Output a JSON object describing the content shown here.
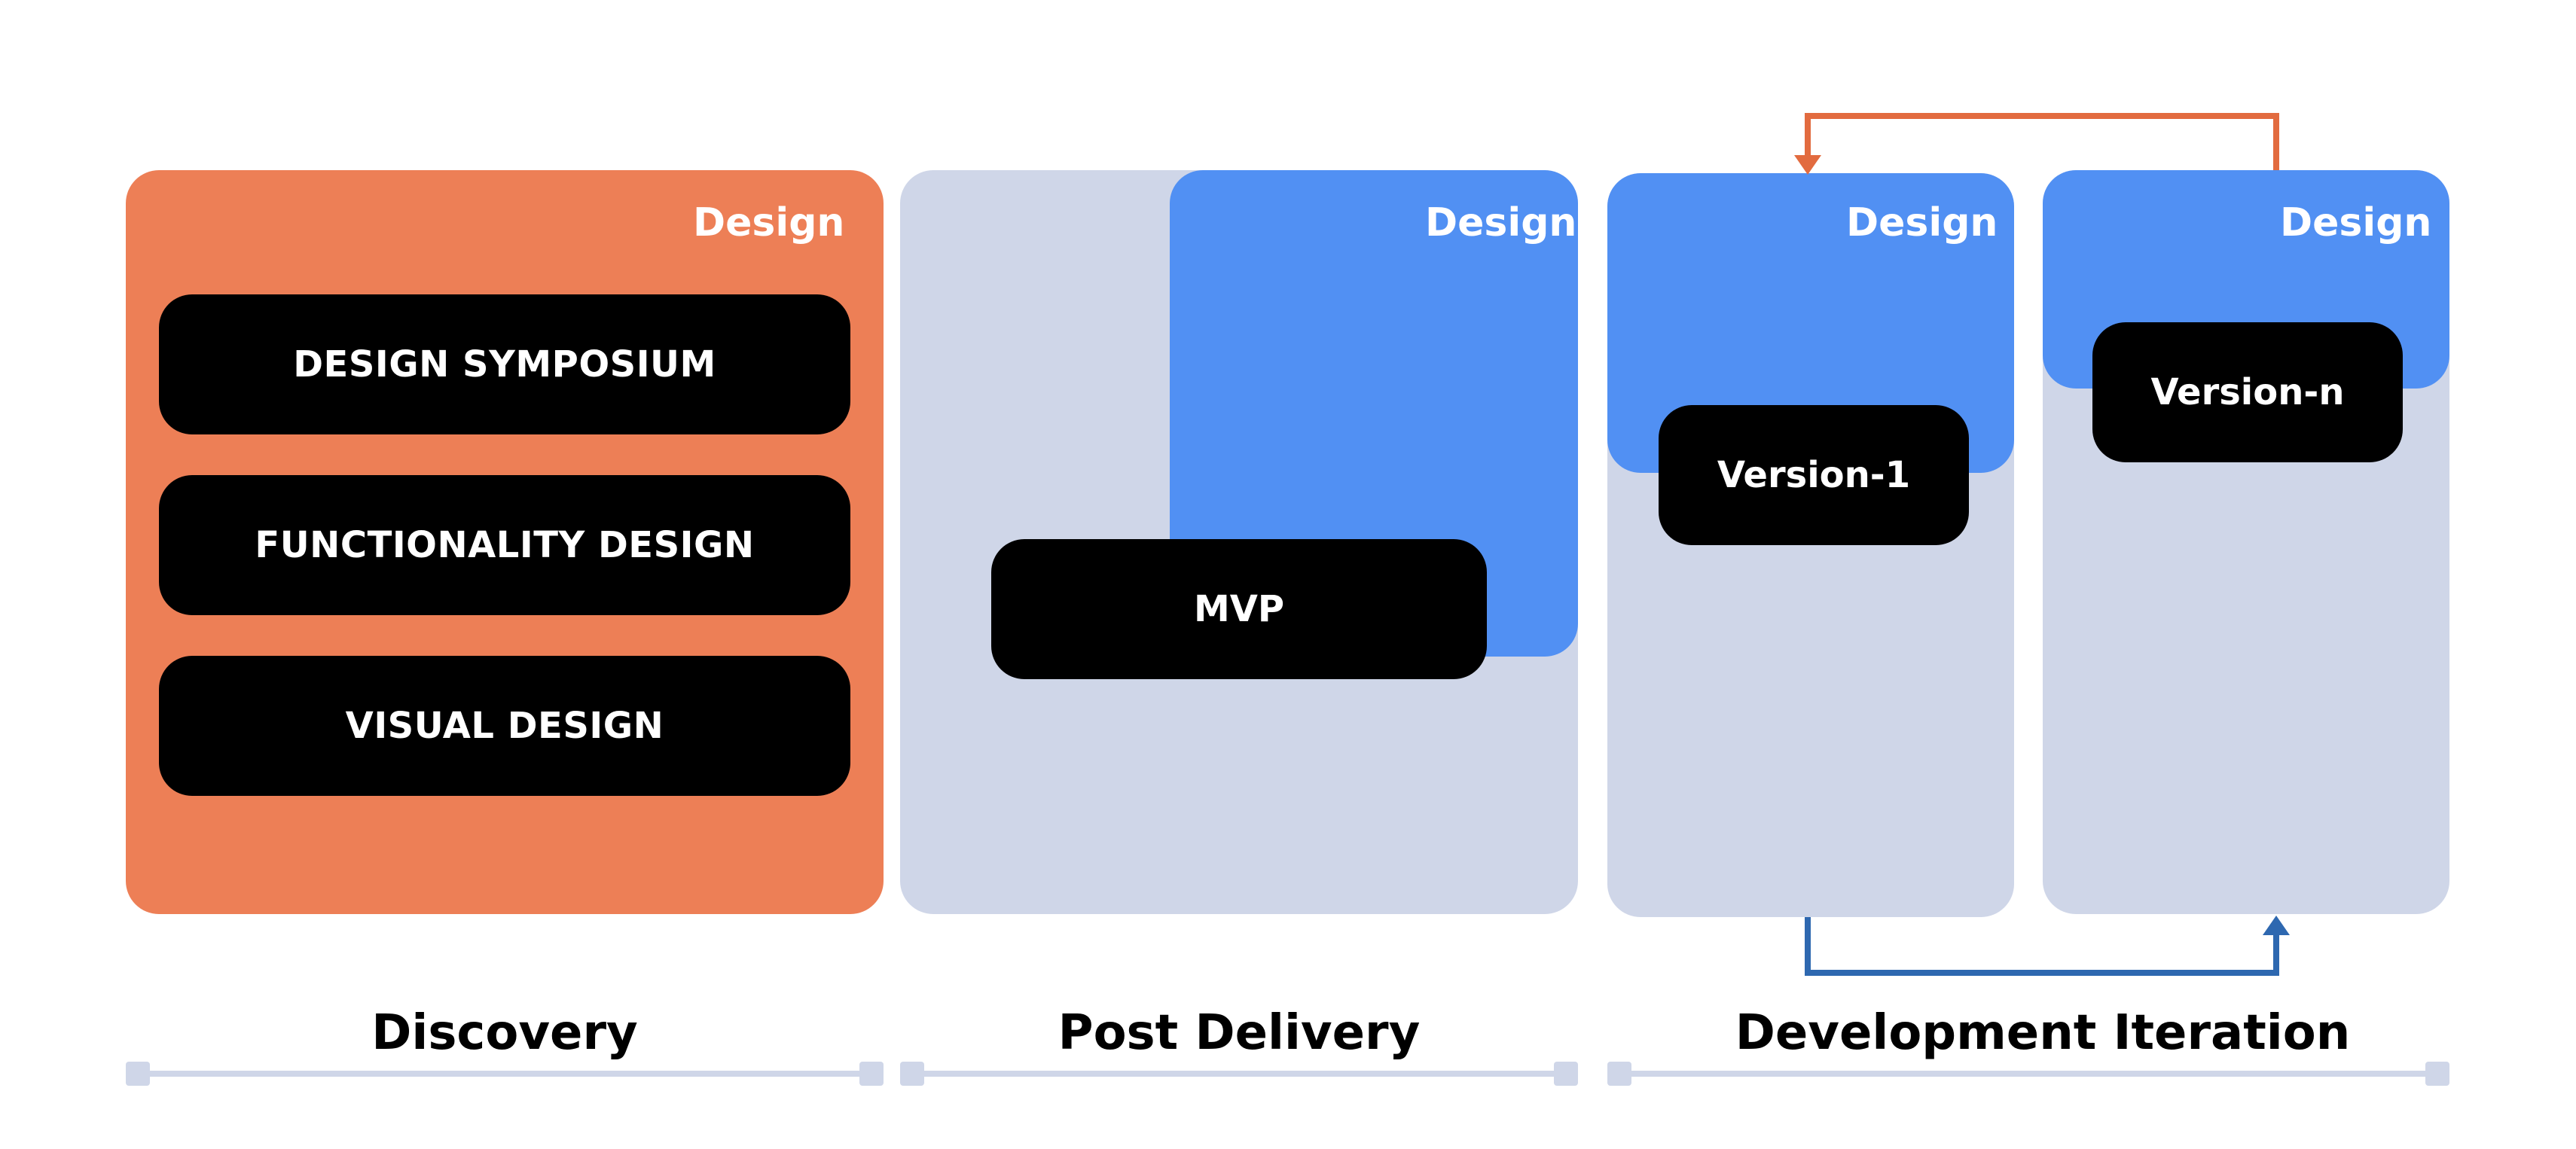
{
  "diagram": {
    "colors": {
      "orange": "#ED7F56",
      "blue": "#5190F3",
      "light_gray": "#CFD6E8",
      "black": "#000000",
      "arrow_orange": "#E26B3F",
      "arrow_blue": "#2E68B0"
    },
    "discovery": {
      "design_label": "Design",
      "items": [
        "DESIGN SYMPOSIUM",
        "FUNCTIONALITY DESIGN",
        "VISUAL DESIGN"
      ],
      "phase_label": "Discovery"
    },
    "post_delivery": {
      "design_label": "Design",
      "item": "MVP",
      "phase_label": "Post Delivery"
    },
    "development_iteration": {
      "version_1": {
        "design_label": "Design",
        "item": "Version-1"
      },
      "version_n": {
        "design_label": "Design",
        "item": "Version-n"
      },
      "phase_label": "Development Iteration"
    }
  }
}
